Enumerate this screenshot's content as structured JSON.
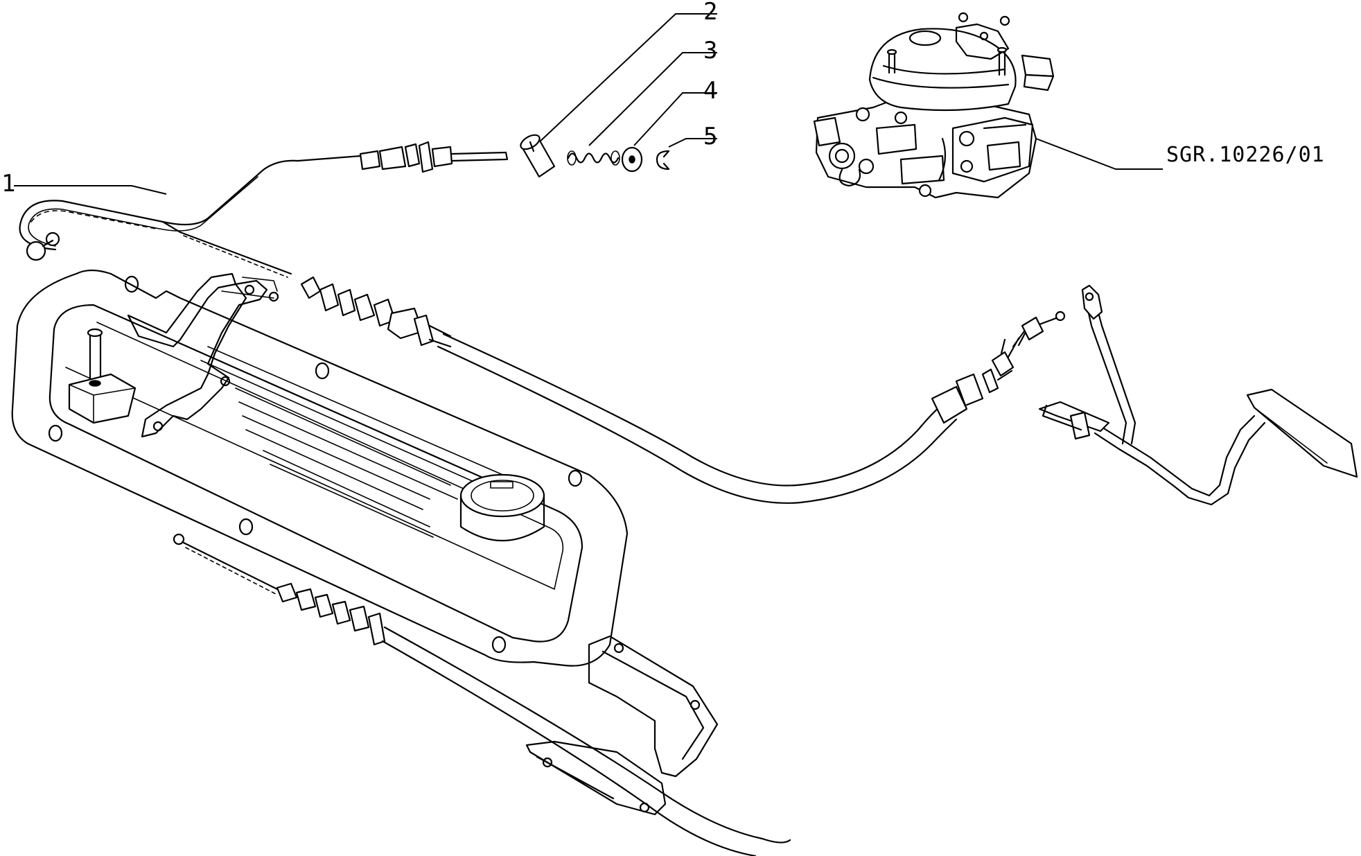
{
  "callouts": {
    "c1": "1",
    "c2": "2",
    "c3": "3",
    "c4": "4",
    "c5": "5"
  },
  "reference_code": "SGR.10226/01"
}
